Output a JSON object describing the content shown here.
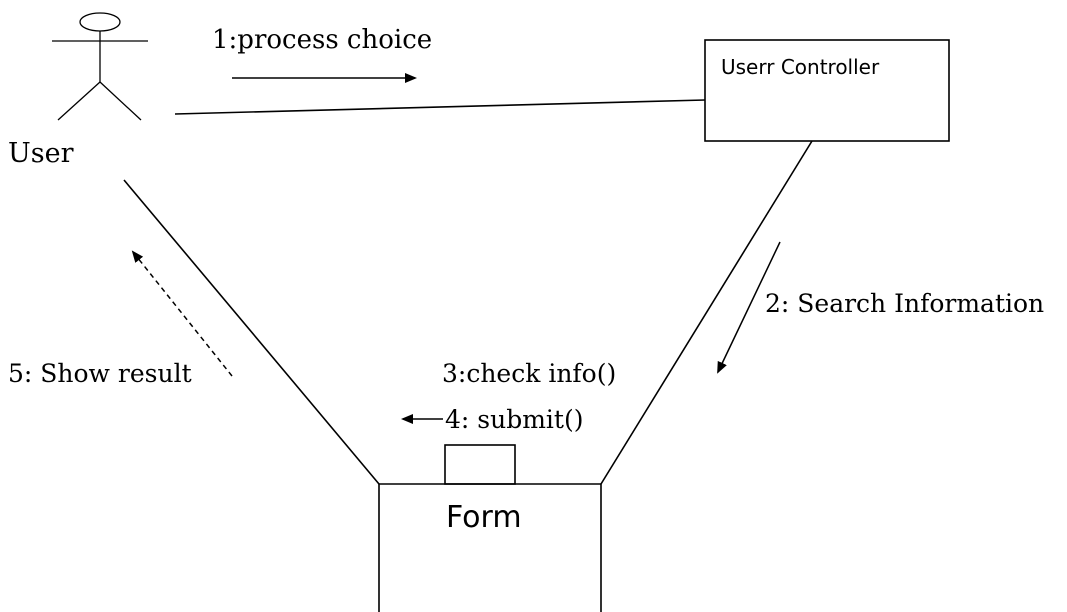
{
  "actor": {
    "label": "User"
  },
  "objects": {
    "controller": {
      "label": "Userr Controller"
    },
    "form": {
      "label": "Form"
    }
  },
  "messages": {
    "m1": "1:process choice",
    "m2": "2: Search Information",
    "m3": "3:check info()",
    "m4": "4: submit()",
    "m5": "5: Show result"
  },
  "colors": {
    "stroke": "#000000",
    "background": "#ffffff"
  }
}
